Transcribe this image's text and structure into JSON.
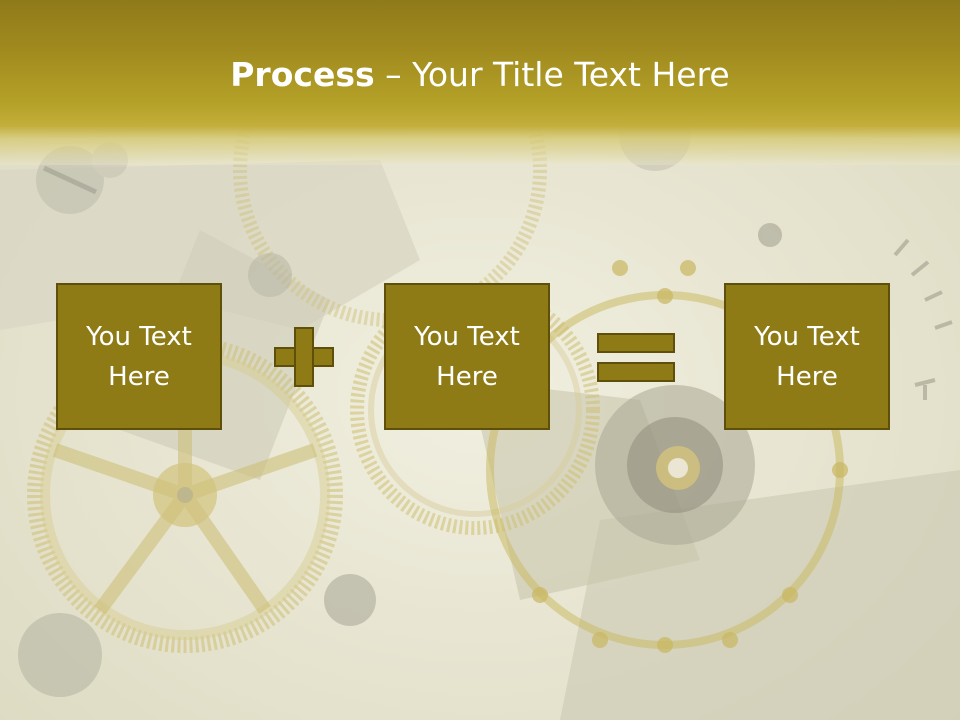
{
  "slide": {
    "title_bold": "Process",
    "title_rest": " – Your Title Text Here"
  },
  "boxes": [
    {
      "text": "You Text Here"
    },
    {
      "text": "You Text Here"
    },
    {
      "text": "You Text Here"
    }
  ],
  "operators": [
    "plus-icon",
    "equals-icon"
  ],
  "colors": {
    "title_band": "#a08a1f",
    "box_fill": "#8e7b15",
    "box_border": "#5e500a",
    "text": "#ffffff",
    "background": "#ecebd9"
  }
}
